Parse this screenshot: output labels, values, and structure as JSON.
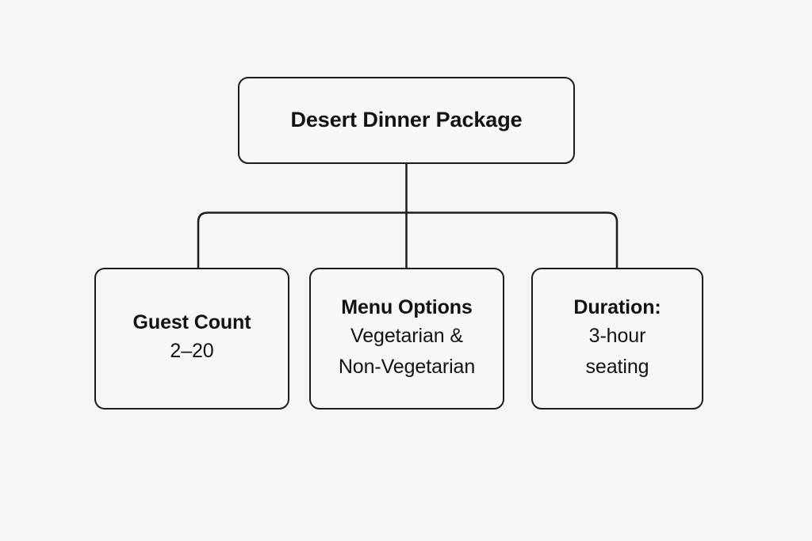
{
  "diagram": {
    "type": "hierarchy-tree",
    "background_color": "#f5f5f4",
    "stroke_color": "#1c1c1c",
    "node_fill_color": "#f7f7f6",
    "text_color": "#121212",
    "root": {
      "title": "Desert Dinner Package"
    },
    "children": [
      {
        "title": "Guest Count",
        "detail_lines": [
          "2–20"
        ]
      },
      {
        "title": "Menu Options",
        "detail_lines": [
          "Vegetarian &",
          "Non-Vegetarian"
        ]
      },
      {
        "title": "Duration:",
        "detail_lines": [
          "3-hour",
          "seating"
        ]
      }
    ]
  }
}
